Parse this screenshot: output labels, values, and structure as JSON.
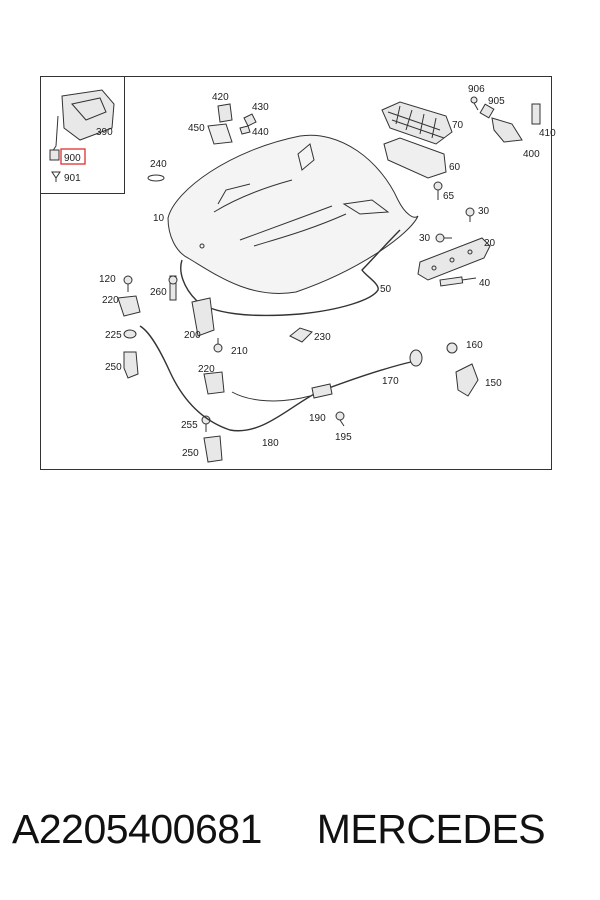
{
  "footer": {
    "part_number": "A2205400681",
    "brand": "MERCEDES"
  },
  "highlight_color": "#e03030",
  "callouts": {
    "c10": "10",
    "c20": "20",
    "c30a": "30",
    "c30b": "30",
    "c40": "40",
    "c50": "50",
    "c60": "60",
    "c65": "65",
    "c70": "70",
    "c120": "120",
    "c150": "150",
    "c160": "160",
    "c170": "170",
    "c180": "180",
    "c190": "190",
    "c195": "195",
    "c200": "200",
    "c210": "210",
    "c220a": "220",
    "c220b": "220",
    "c225": "225",
    "c230": "230",
    "c240": "240",
    "c250a": "250",
    "c250b": "250",
    "c255": "255",
    "c260": "260",
    "c390": "390",
    "c400": "400",
    "c410": "410",
    "c420": "420",
    "c430": "430",
    "c440": "440",
    "c450": "450",
    "c900": "900",
    "c901": "901",
    "c905": "905",
    "c906": "906"
  }
}
